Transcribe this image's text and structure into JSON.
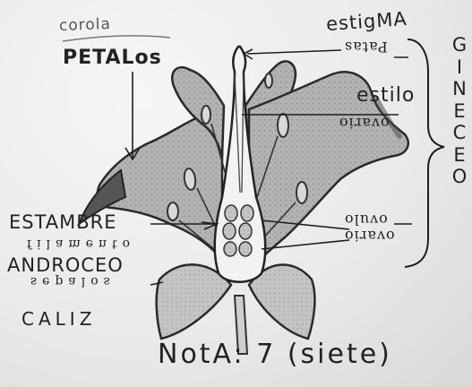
{
  "labels": {
    "top_faint": "corola",
    "petals": "PETALos",
    "stigma": "estigMA",
    "style": "estilo",
    "stamen": "ESTAMBRE",
    "androecium": "ANDROCEO",
    "calyx": "CALIZ",
    "grade": "NotA: 7 (siete)",
    "gynoecium": [
      "G",
      "I",
      "N",
      "E",
      "C",
      "E",
      "O"
    ],
    "stigma_mirror": "Patas",
    "style_mirror": "ovario",
    "ovary_mirror_1": "ovulo",
    "ovary_mirror_2": "ovario",
    "androecium_sub": "filamento",
    "calyx_sub": "sepalos"
  }
}
